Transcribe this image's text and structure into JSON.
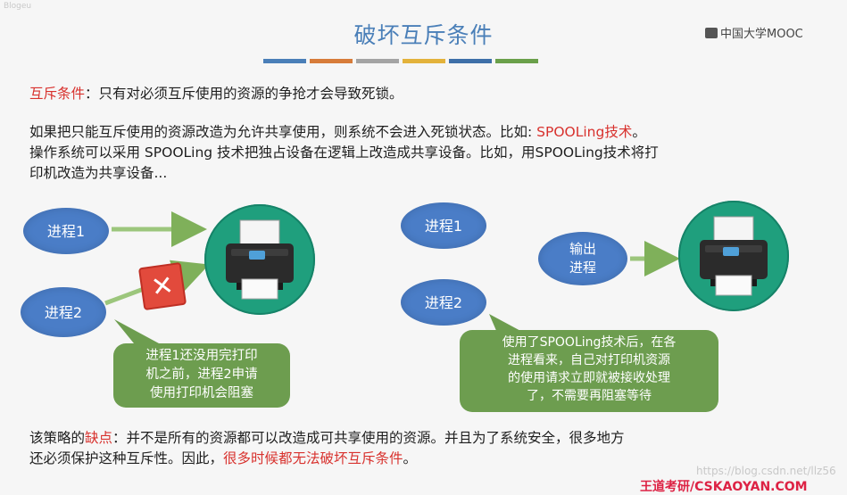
{
  "corner_tag": "Blogeu",
  "title": "破坏互斥条件",
  "logo_text": "中国大学MOOC",
  "bar_colors": [
    "#4a7fb8",
    "#d77c3a",
    "#a4a4a4",
    "#e3b23b",
    "#3e6fa8",
    "#6aa04a"
  ],
  "para1": {
    "label": "互斥条件",
    "text": "：只有对必须互斥使用的资源的争抢才会导致死锁。"
  },
  "para2": {
    "line1": "如果把只能互斥使用的资源改造为允许共享使用，则系统不会进入死锁状态。比如: ",
    "tech": "SPOOLing技术",
    "line1_end": "。",
    "line2": "操作系统可以采用 SPOOLing 技术把独占设备在逻辑上改造成共享设备。比如，用SPOOLing技术将打",
    "line3": "印机改造为共享设备..."
  },
  "left_diagram": {
    "process1": "进程1",
    "process2": "进程2",
    "callout": [
      "进程1还没用完打印",
      "机之前，进程2申请",
      "使用打印机会阻塞"
    ]
  },
  "right_diagram": {
    "process1": "进程1",
    "process2": "进程2",
    "output_process": [
      "输出",
      "进程"
    ],
    "callout": [
      "使用了SPOOLing技术后，在各",
      "进程看来，自己对打印机资源",
      "的使用请求立即就被接收处理",
      "了，不需要再阻塞等待"
    ]
  },
  "para4": {
    "prefix": "该策略的",
    "flaw": "缺点",
    "middle": "：并不是所有的资源都可以改造成可共享使用的资源。并且为了系统安全，很多地方",
    "line2": "还必须保护这种互斥性。因此，",
    "conclusion": "很多时候都无法破坏互斥条件",
    "end": "。"
  },
  "watermark": "https://blog.csdn.net/llz56",
  "footer_brand": "王道考研/CSKAOYAN.COM"
}
